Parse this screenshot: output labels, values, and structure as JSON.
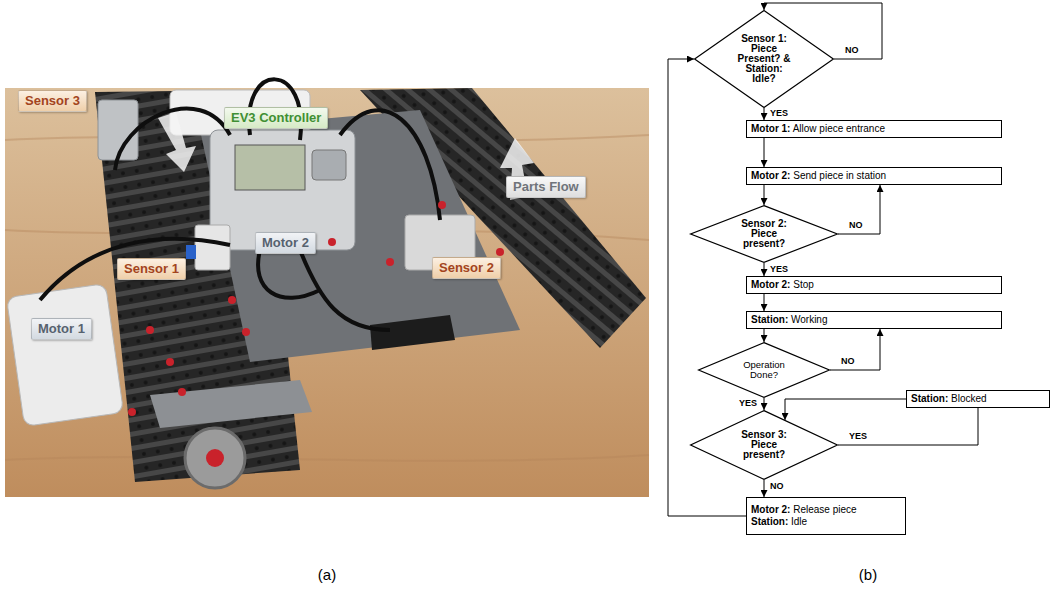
{
  "diagram": {
    "nodes": [
      {
        "text": [
          "Sensor 3"
        ]
      },
      {
        "text": [
          "EV3 Controller"
        ]
      },
      {
        "text": [
          "Parts Flow"
        ]
      },
      {
        "text": [
          "Motor 2"
        ]
      },
      {
        "text": [
          "Sensor 1"
        ]
      },
      {
        "text": [
          "Sensor 2"
        ]
      },
      {
        "text": [
          "Motor 1"
        ]
      },
      {
        "text": [
          "Sensor 1: Piece Present? & Station: Idle?"
        ]
      },
      {
        "text": [
          "Motor 1: Allow piece entrance"
        ]
      },
      {
        "text": [
          "Motor 2: Send piece in station"
        ]
      },
      {
        "text": [
          "Sensor 2: Piece present?"
        ]
      },
      {
        "text": [
          "Motor 2: Stop"
        ]
      },
      {
        "text": [
          "Station: Working"
        ]
      },
      {
        "text": [
          "Operation Done?"
        ]
      },
      {
        "text": [
          "Sensor 3: Piece present?"
        ]
      },
      {
        "text": [
          "Station: Blocked"
        ]
      },
      {
        "text": [
          "Motor 2: Release piece",
          "Station: Idle"
        ]
      }
    ],
    "edges": [
      {
        "from": 7,
        "to": 7,
        "label": "NO",
        "arrow": "to"
      },
      {
        "from": 7,
        "to": 8,
        "label": "YES",
        "arrow": "to"
      },
      {
        "from": 8,
        "to": 9,
        "arrow": "to"
      },
      {
        "from": 9,
        "to": 10,
        "arrow": "to"
      },
      {
        "from": 10,
        "to": 9,
        "label": "NO",
        "arrow": "to"
      },
      {
        "from": 10,
        "to": 11,
        "label": "YES",
        "arrow": "to"
      },
      {
        "from": 11,
        "to": 12,
        "arrow": "to"
      },
      {
        "from": 12,
        "to": 13,
        "arrow": "to"
      },
      {
        "from": 13,
        "to": 12,
        "label": "NO",
        "arrow": "to"
      },
      {
        "from": 13,
        "to": 14,
        "label": "YES",
        "arrow": "to"
      },
      {
        "from": 14,
        "to": 15,
        "label": "YES",
        "arrow": "none"
      },
      {
        "from": 15,
        "to": 14,
        "arrow": "to"
      },
      {
        "from": 14,
        "to": 16,
        "label": "NO",
        "arrow": "to"
      },
      {
        "from": 16,
        "to": 7,
        "arrow": "to"
      }
    ],
    "labels": [
      "(a)",
      "(b)"
    ]
  }
}
